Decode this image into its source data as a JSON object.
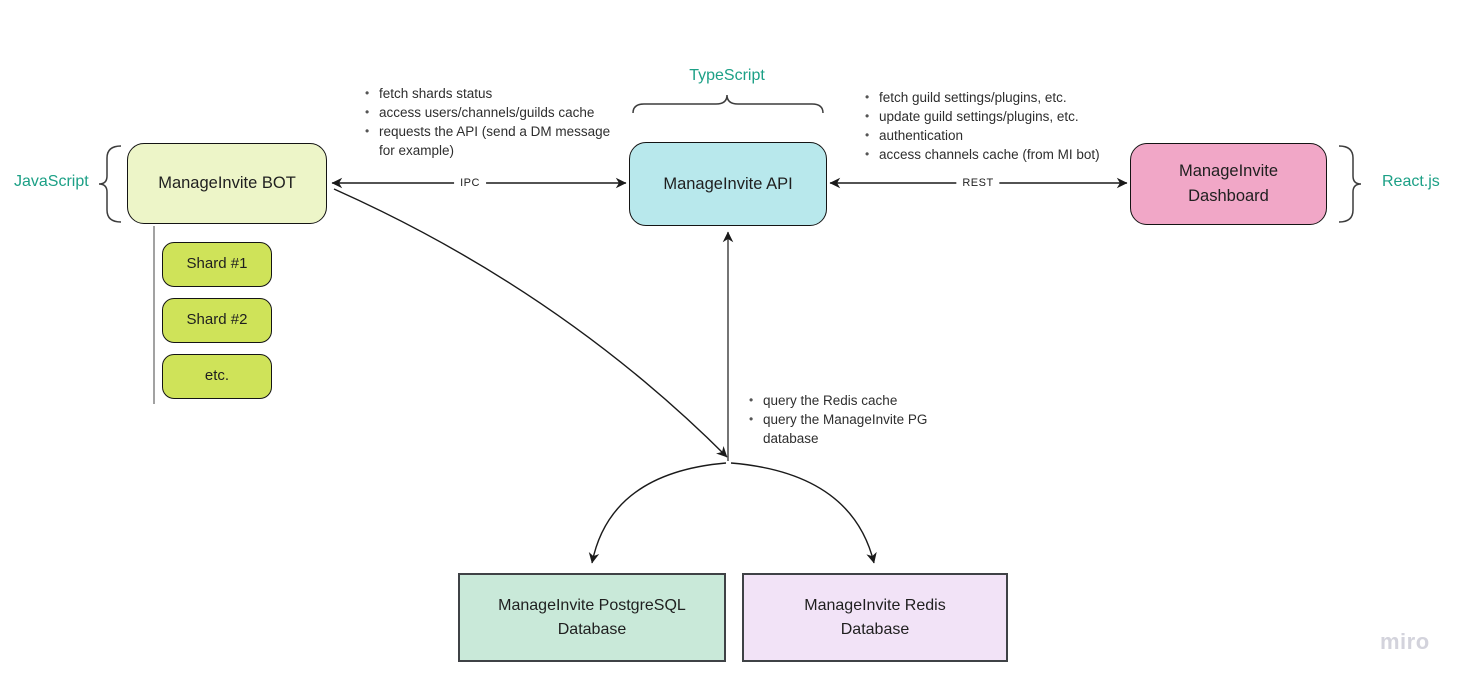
{
  "nodes": {
    "bot": "ManageInvite BOT",
    "api": "ManageInvite API",
    "dashboard": "ManageInvite Dashboard",
    "shard1": "Shard #1",
    "shard2": "Shard #2",
    "shard_etc": "etc.",
    "postgres": "ManageInvite PostgreSQL Database",
    "redis": "ManageInvite Redis Database"
  },
  "tech": {
    "bot": "JavaScript",
    "api": "TypeScript",
    "dashboard": "React.js"
  },
  "edges": {
    "bot_api": "IPC",
    "api_dashboard": "REST"
  },
  "notes": {
    "bot_api": [
      "fetch shards status",
      "access users/channels/guilds cache",
      "requests the API (send a DM message for example)"
    ],
    "dashboard_api": [
      "fetch guild settings/plugins, etc.",
      "update guild settings/plugins, etc.",
      "authentication",
      "access channels cache (from MI bot)"
    ],
    "api_db": [
      "query the Redis cache",
      "query the ManageInvite PG database"
    ]
  },
  "colors": {
    "bot_fill": "#edf5c8",
    "shard_fill": "#cfe359",
    "api_fill": "#b8e8ec",
    "dashboard_fill": "#f1a7c7",
    "postgres_fill": "#c9e9d9",
    "redis_fill": "#f2e3f7",
    "tech_text": "#1ca086",
    "connector": "#1a1a1a",
    "watermark_text": "#d3d3dc"
  },
  "watermark": "miro"
}
